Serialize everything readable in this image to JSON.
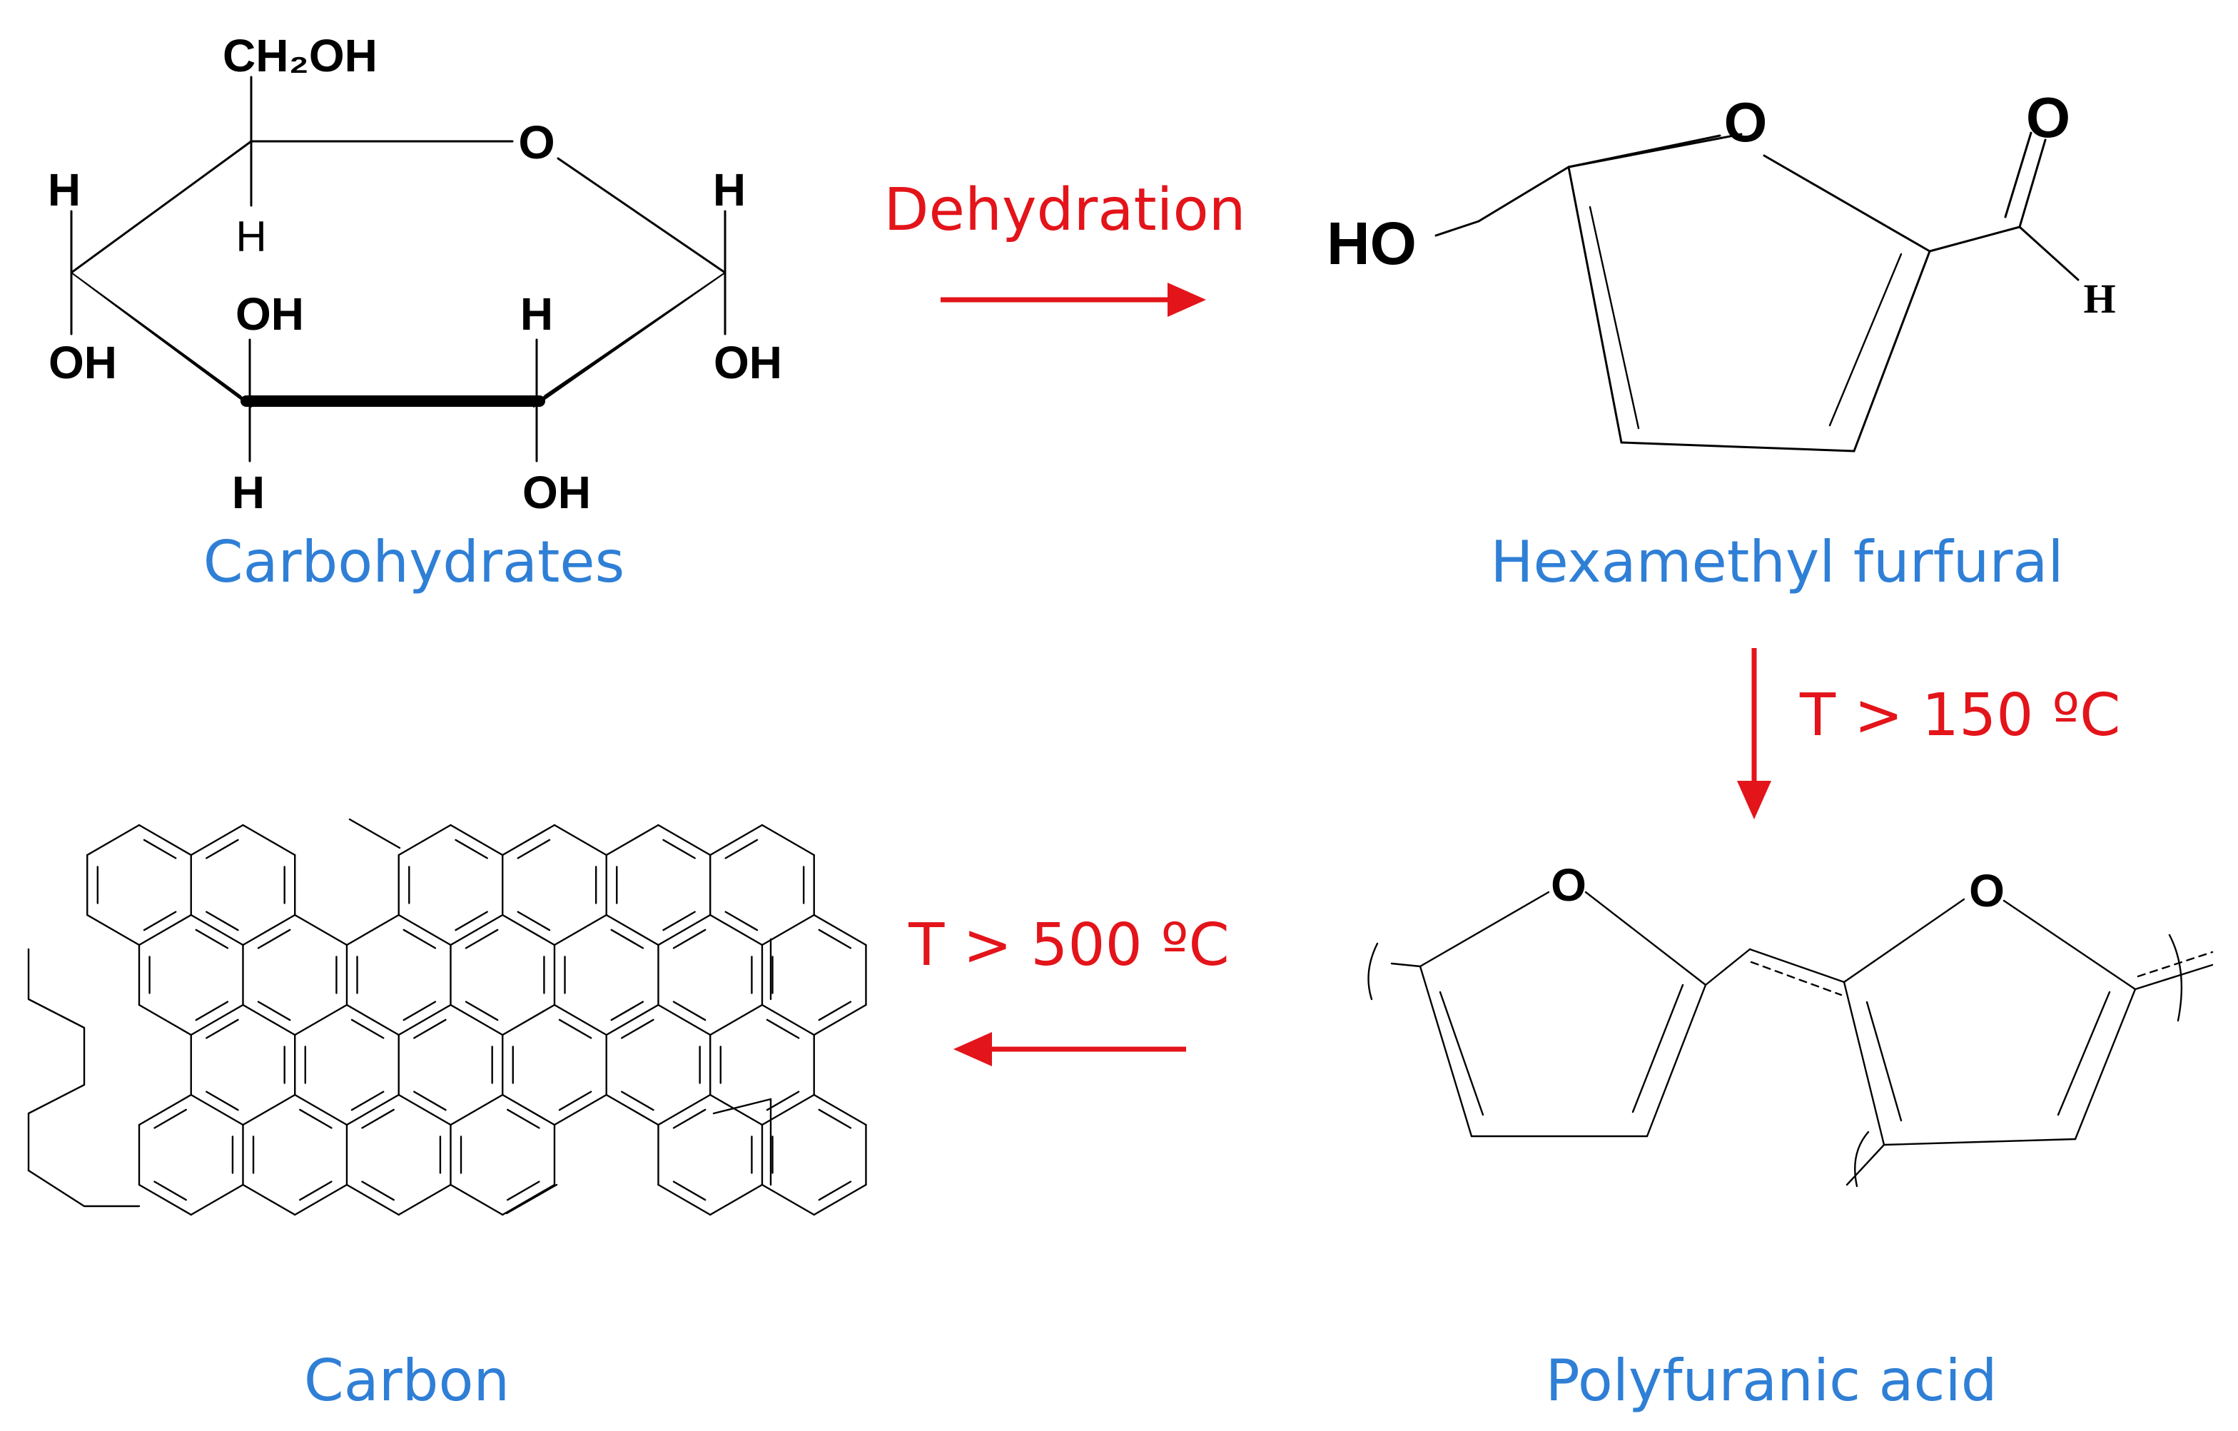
{
  "labels": {
    "carbohydrates": "Carbohydrates",
    "hmf": "Hexamethyl furfural",
    "polyfuranic": "Polyfuranic acid",
    "carbon": "Carbon"
  },
  "conditions": {
    "dehydration": "Dehydration",
    "t150": "T > 150 ºC",
    "t500": "T > 500 ºC"
  },
  "atoms": {
    "ch2oh": "CH₂OH",
    "o": "O",
    "h": "H",
    "oh": "OH",
    "ho": "HO"
  },
  "colors": {
    "label": "#2f7fd6",
    "condition": "#e3141a",
    "structure": "#000000"
  }
}
